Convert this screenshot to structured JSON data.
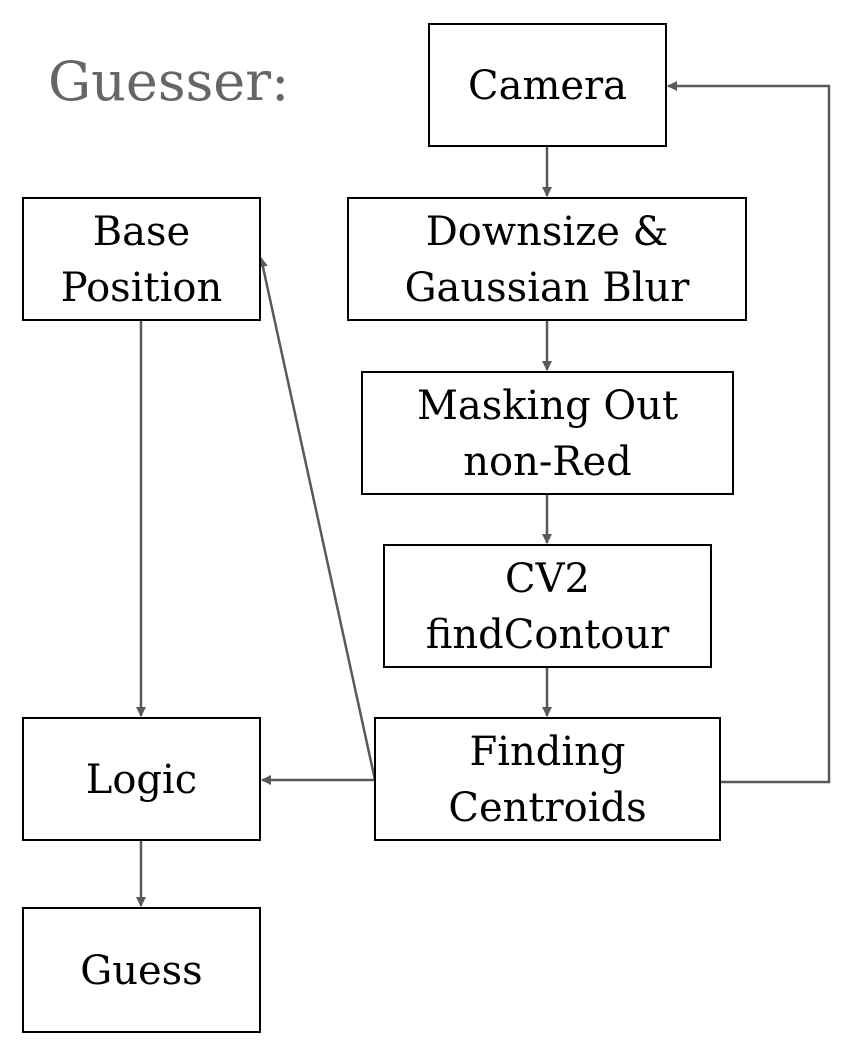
{
  "title": "Guesser:",
  "colors": {
    "title": "#666666",
    "box_stroke": "#000000",
    "arrow": "#595959",
    "text": "#000000"
  },
  "nodes": [
    {
      "id": "camera",
      "lines": [
        "Camera"
      ]
    },
    {
      "id": "downsize",
      "lines": [
        "Downsize &",
        "Gaussian Blur"
      ]
    },
    {
      "id": "masking",
      "lines": [
        "Masking Out",
        "non-Red"
      ]
    },
    {
      "id": "cv2",
      "lines": [
        "CV2",
        "findContour"
      ]
    },
    {
      "id": "centroids",
      "lines": [
        "Finding",
        "Centroids"
      ]
    },
    {
      "id": "base",
      "lines": [
        "Base",
        "Position"
      ]
    },
    {
      "id": "logic",
      "lines": [
        "Logic"
      ]
    },
    {
      "id": "guess",
      "lines": [
        "Guess"
      ]
    }
  ],
  "edges": [
    {
      "from": "camera",
      "to": "downsize"
    },
    {
      "from": "downsize",
      "to": "masking"
    },
    {
      "from": "masking",
      "to": "cv2"
    },
    {
      "from": "cv2",
      "to": "centroids"
    },
    {
      "from": "centroids",
      "to": "camera"
    },
    {
      "from": "centroids",
      "to": "base"
    },
    {
      "from": "centroids",
      "to": "logic"
    },
    {
      "from": "base",
      "to": "logic"
    },
    {
      "from": "logic",
      "to": "guess"
    }
  ]
}
